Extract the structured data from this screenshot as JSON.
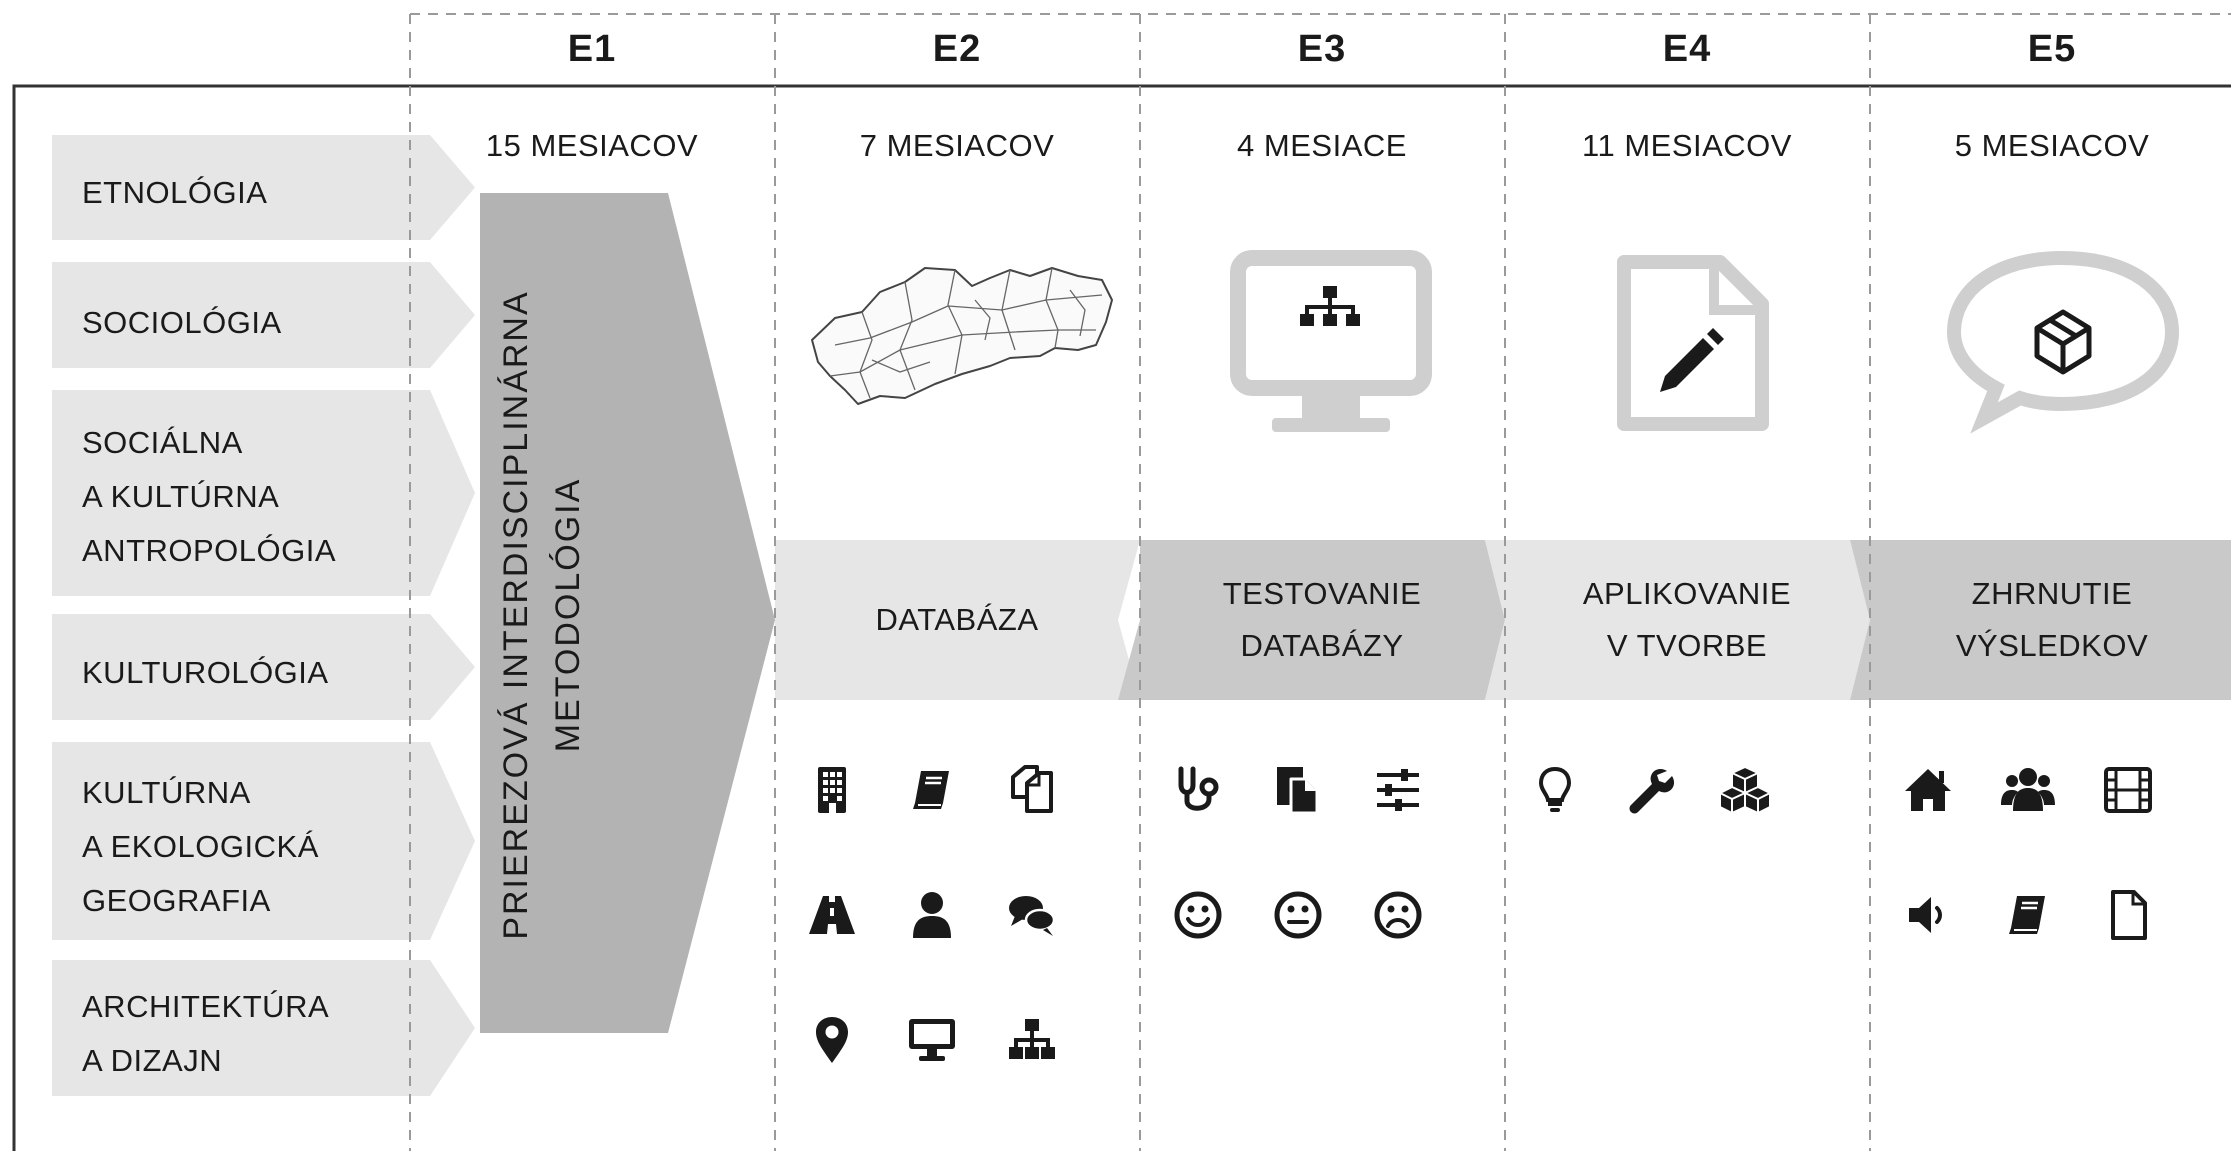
{
  "phases": [
    {
      "id": "E1",
      "duration": "15 MESIACOV"
    },
    {
      "id": "E2",
      "duration": "7 MESIACOV",
      "band_label": "DATABÁZA"
    },
    {
      "id": "E3",
      "duration": "4 MESIACE",
      "band_label": "TESTOVANIE\nDATABÁZY"
    },
    {
      "id": "E4",
      "duration": "11 MESIACOV",
      "band_label": "APLIKOVANIE\nV TVORBE"
    },
    {
      "id": "E5",
      "duration": "5 MESIACOV",
      "band_label": "ZHRNUTIE\nVÝSLEDKOV"
    }
  ],
  "disciplines": [
    {
      "lines": [
        "ETNOLÓGIA"
      ]
    },
    {
      "lines": [
        "SOCIOLÓGIA"
      ]
    },
    {
      "lines": [
        "SOCIÁLNA",
        "A KULTÚRNA",
        "ANTROPOLÓGIA"
      ]
    },
    {
      "lines": [
        "KULTUROLÓGIA"
      ]
    },
    {
      "lines": [
        "KULTÚRNA",
        "A EKOLOGICKÁ",
        "GEOGRAFIA"
      ]
    },
    {
      "lines": [
        "ARCHITEKTÚRA",
        "A DIZAJN"
      ]
    }
  ],
  "methodology": {
    "line1": "PRIEREZOVÁ INTERDISCIPLINÁRNA",
    "line2": "METODOLÓGIA"
  },
  "phase_graphics": {
    "E2": "slovakia-map",
    "E3": "monitor-sitemap-icon",
    "E4": "document-pencil-icon",
    "E5": "speech-bubble-cube-icon"
  },
  "icons": {
    "E2": [
      "building-icon",
      "book-icon",
      "files-icon",
      "road-icon",
      "user-icon",
      "comments-icon",
      "map-marker-icon",
      "desktop-icon",
      "sitemap-icon"
    ],
    "E3": [
      "stethoscope-icon",
      "file-copy-icon",
      "sliders-icon",
      "smile-icon",
      "neutral-face-icon",
      "frown-icon"
    ],
    "E4": [
      "lightbulb-icon",
      "wrench-icon",
      "cubes-icon"
    ],
    "E5": [
      "home-icon",
      "users-icon",
      "film-icon",
      "volume-icon",
      "book-icon",
      "file-icon"
    ]
  },
  "colors": {
    "light_band": "#e6e6e6",
    "dark_band": "#c9c9c9",
    "methodology_arrow": "#b3b3b3",
    "icon": "#1a1a1a",
    "outline_icon": "#cfcfcf",
    "dashed_line": "#9a9a9a"
  }
}
